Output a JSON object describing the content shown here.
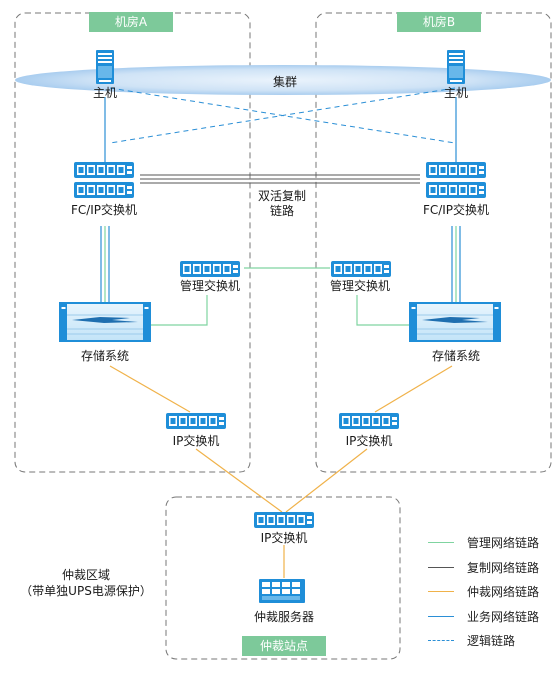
{
  "rooms": {
    "a": {
      "label": "机房A"
    },
    "b": {
      "label": "机房B"
    },
    "arbitration": {
      "label": "仲裁站点"
    }
  },
  "cluster_label": "集群",
  "replication_label_line1": "双活复制",
  "replication_label_line2": "链路",
  "nodes": {
    "host_a": "主机",
    "host_b": "主机",
    "fc_switch_a": "FC/IP交换机",
    "fc_switch_b": "FC/IP交换机",
    "mgmt_switch_a": "管理交换机",
    "mgmt_switch_b": "管理交换机",
    "storage_a": "存储系统",
    "storage_b": "存储系统",
    "ip_switch_a": "IP交换机",
    "ip_switch_b": "IP交换机",
    "ip_switch_arb": "IP交换机",
    "arb_server": "仲裁服务器"
  },
  "arbitration_zone": {
    "line1": "仲裁区域",
    "line2": "（带单独UPS电源保护）"
  },
  "legend": [
    {
      "label": "管理网络链路",
      "color": "#7fd4a0",
      "style": "solid"
    },
    {
      "label": "复制网络链路",
      "color": "#555555",
      "style": "solid"
    },
    {
      "label": "仲裁网络链路",
      "color": "#f0b24a",
      "style": "solid"
    },
    {
      "label": "业务网络链路",
      "color": "#2b8fd6",
      "style": "solid"
    },
    {
      "label": "逻辑链路",
      "color": "#2b8fd6",
      "style": "dashed"
    }
  ]
}
